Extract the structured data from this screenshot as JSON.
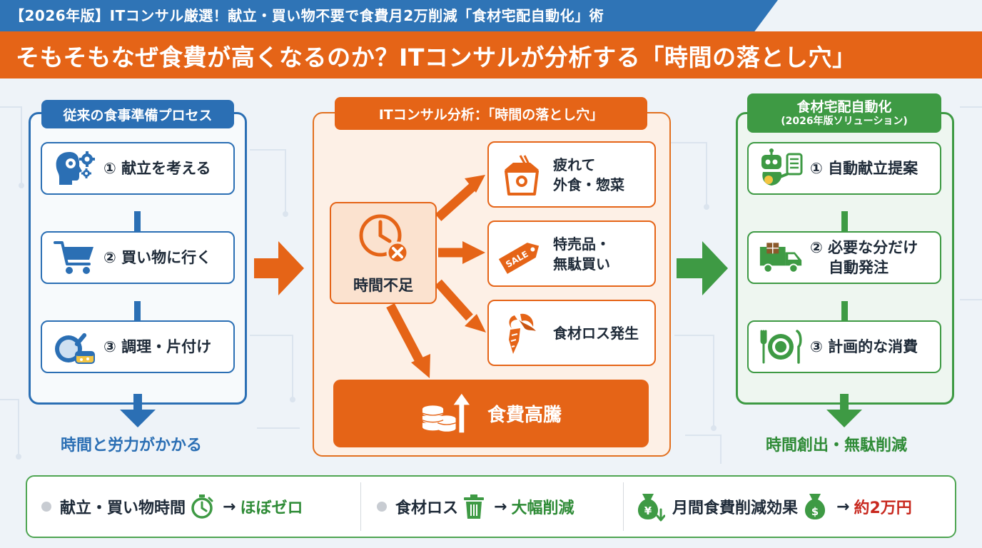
{
  "header": {
    "top_title": "【2026年版】ITコンサル厳選！献立・買い物不要で食費月2万削減「食材宅配自動化」術",
    "main_title": "そもそもなぜ食費が高くなるのか？ITコンサルが分析する「時間の落とし穴」"
  },
  "left": {
    "label": "従来の食事準備プロセス",
    "steps": [
      {
        "label": "① 献立を考える",
        "icon": "head-gears-icon"
      },
      {
        "label": "② 買い物に行く",
        "icon": "shopping-cart-icon"
      },
      {
        "label": "③ 調理・片付け",
        "icon": "pan-sponge-icon"
      }
    ],
    "outcome": "時間と労力がかかる"
  },
  "middle": {
    "label": "ITコンサル分析：「時間の落とし穴」",
    "cause": {
      "label": "時間不足",
      "icon": "clock-x-icon"
    },
    "consequences": [
      {
        "line1": "疲れて",
        "line2": "外食・惣菜",
        "icon": "takeout-box-icon"
      },
      {
        "line1": "特売品・",
        "line2": "無駄買い",
        "icon": "sale-tag-icon",
        "tag_text": "SALE"
      },
      {
        "line1": "食材ロス発生",
        "line2": "",
        "icon": "wilted-vegetable-icon"
      }
    ],
    "result": {
      "label": "食費高騰",
      "icon": "coins-up-arrow-icon"
    }
  },
  "right": {
    "label_line1": "食材宅配自動化",
    "label_line2": "(2026年版ソリューション)",
    "steps": [
      {
        "line1": "① 自動献立提案",
        "line2": "",
        "icon": "robot-menu-icon"
      },
      {
        "line1": "② 必要な分だけ",
        "line2": "自動発注",
        "icon": "delivery-truck-icon"
      },
      {
        "line1": "③ 計画的な消費",
        "line2": "",
        "icon": "plate-cutlery-icon"
      }
    ],
    "outcome": "時間創出・無駄削減"
  },
  "bottom": {
    "items": [
      {
        "label": "献立・買い物時間",
        "icon": "stopwatch-icon",
        "arrow": "→",
        "value": "ほぼゼロ"
      },
      {
        "label": "食材ロス",
        "icon": "trash-can-icon",
        "arrow": "→",
        "value": "大幅削減"
      },
      {
        "label": "月間食費削減効果",
        "icon": "money-bag-icon",
        "arrow": "→",
        "value": "約2万円",
        "yen_symbol": "¥",
        "dollar_symbol": "$"
      }
    ]
  },
  "colors": {
    "blue": "#2b6fb4",
    "orange": "#e56417",
    "green": "#3e9a44",
    "value_green": "#2e8b36",
    "value_red": "#c8281e"
  }
}
